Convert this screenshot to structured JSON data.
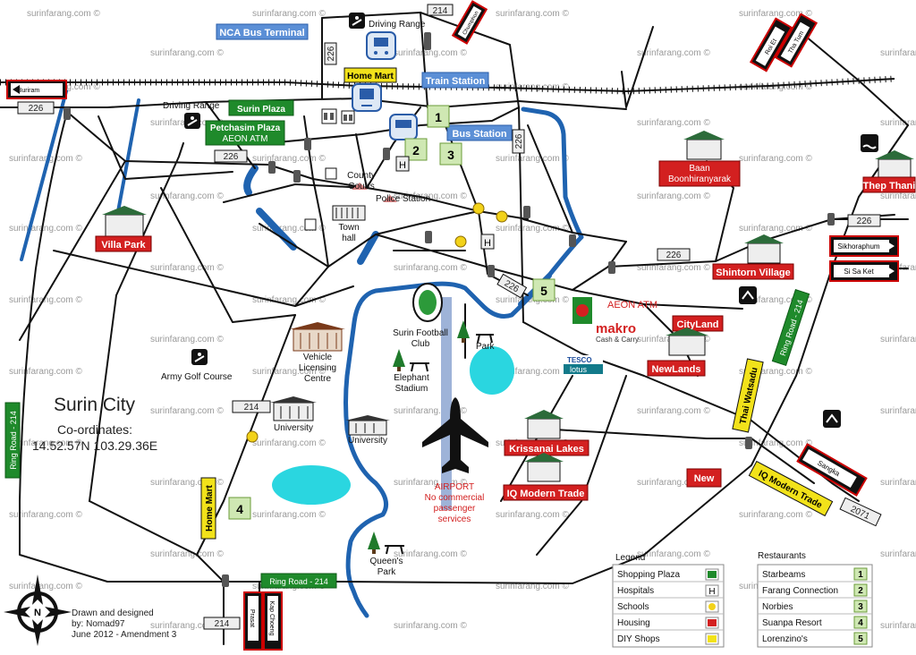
{
  "map": {
    "title": "Surin City",
    "coords_label": "Co-ordinates:",
    "coords": "14.52.57N 103.29.36E",
    "credit_line1": "Drawn and designed",
    "credit_line2": "by: Nomad97",
    "credit_line3": "June 2012 - Amendment 3",
    "watermark": "surinfarang.com ©",
    "compass_letter": "N"
  },
  "labels": {
    "nca": "NCA Bus Terminal",
    "train": "Train Station",
    "bus": "Bus Station",
    "home_mart_top": "Home Mart",
    "surin_plaza": "Surin Plaza",
    "petchasim": "Petchasim Plaza",
    "aeon_atm_green": "AEON ATM",
    "driving_range_top": "Driving Range",
    "driving_range_left": "Driving Range",
    "county_courts_1": "County",
    "county_courts_2": "Courts",
    "police": "Police Station",
    "town_hall_1": "Town",
    "town_hall_2": "hall",
    "villa_park": "Villa Park",
    "baan": "Baan",
    "boonhiranyarak": "Boonhiranyarak",
    "thep_thani": "Thep Thani",
    "shintorn": "Shintorn Village",
    "aeon_atm_red": "AEON ATM",
    "makro": "makro",
    "makro_sub": "Cash & Carry",
    "cityland": "CityLand",
    "newlands": "NewLands",
    "tesco": "TESCO",
    "lotus": "lotus",
    "krissanai": "Krissanai Lakes",
    "iq_red": "IQ Modern Trade",
    "new": "New",
    "iq_yellow": "IQ Modern Trade",
    "thai_watsadu": "Thai Watsadu",
    "ring_road_right": "Ring Road - 214",
    "ring_road_left": "Ring Road - 214",
    "ring_road_bottom": "Ring Road - 214",
    "home_mart_left": "Home Mart",
    "surin_fc_1": "Surin Football",
    "surin_fc_2": "Club",
    "park": "Park",
    "elephant_1": "Elephant",
    "elephant_2": "Stadium",
    "vehicle_1": "Vehicle",
    "vehicle_2": "Licensing",
    "vehicle_3": "Centre",
    "army_golf": "Army Golf Course",
    "university_1": "University",
    "university_2": "University",
    "airport": "AIRPORT",
    "airport_2": "No commercial",
    "airport_3": "passenger",
    "airport_4": "services",
    "queens_1": "Queen's",
    "queens_2": "Park"
  },
  "road_numbers": {
    "r214_top": "214",
    "r226_a": "226",
    "r226_left": "226",
    "r226_mid": "226",
    "r226_east": "226",
    "r226_b": "226",
    "r226_c": "226",
    "r226_right": "226",
    "r214_left": "214",
    "r214_bottom": "214",
    "r2071": "2071"
  },
  "signs": {
    "buriram": "Buriram",
    "sikhoraphum": "Sikhoraphum",
    "si_sa_ket": "Si Sa Ket",
    "sangka": "Sangka",
    "roi_et": "Roi Et",
    "tha_tum": "Tha Tum",
    "chumphon": "Chumphon",
    "prasat": "Prasat",
    "kap_choeng": "Kap Choeng"
  },
  "numbers": {
    "n1": "1",
    "n2": "2",
    "n3": "3",
    "n4": "4",
    "n5": "5"
  },
  "legend": {
    "title": "Legend",
    "items": [
      {
        "label": "Shopping Plaza",
        "color": "#1f8a2b",
        "symbol": "box"
      },
      {
        "label": "Hospitals",
        "color": "#555555",
        "symbol": "H"
      },
      {
        "label": "Schools",
        "color": "#f2d21a",
        "symbol": "school"
      },
      {
        "label": "Housing",
        "color": "#d32020",
        "symbol": "house"
      },
      {
        "label": "DIY Shops",
        "color": "#f2e21a",
        "symbol": "box"
      }
    ]
  },
  "restaurants": {
    "title": "Restaurants",
    "items": [
      {
        "label": "Starbeams",
        "num": "1"
      },
      {
        "label": "Farang Connection",
        "num": "2"
      },
      {
        "label": "Norbies",
        "num": "3"
      },
      {
        "label": "Suanpa Resort",
        "num": "4"
      },
      {
        "label": "Lorenzino's",
        "num": "5"
      }
    ]
  },
  "colors": {
    "plaza_green": "#1f8a2b",
    "housing_red": "#d32020",
    "diy_yellow": "#f2e21a",
    "blue_label": "#5b8fd6",
    "river": "#1f63b0",
    "lake": "#2ad6e0",
    "runway": "#9eb3d8"
  }
}
